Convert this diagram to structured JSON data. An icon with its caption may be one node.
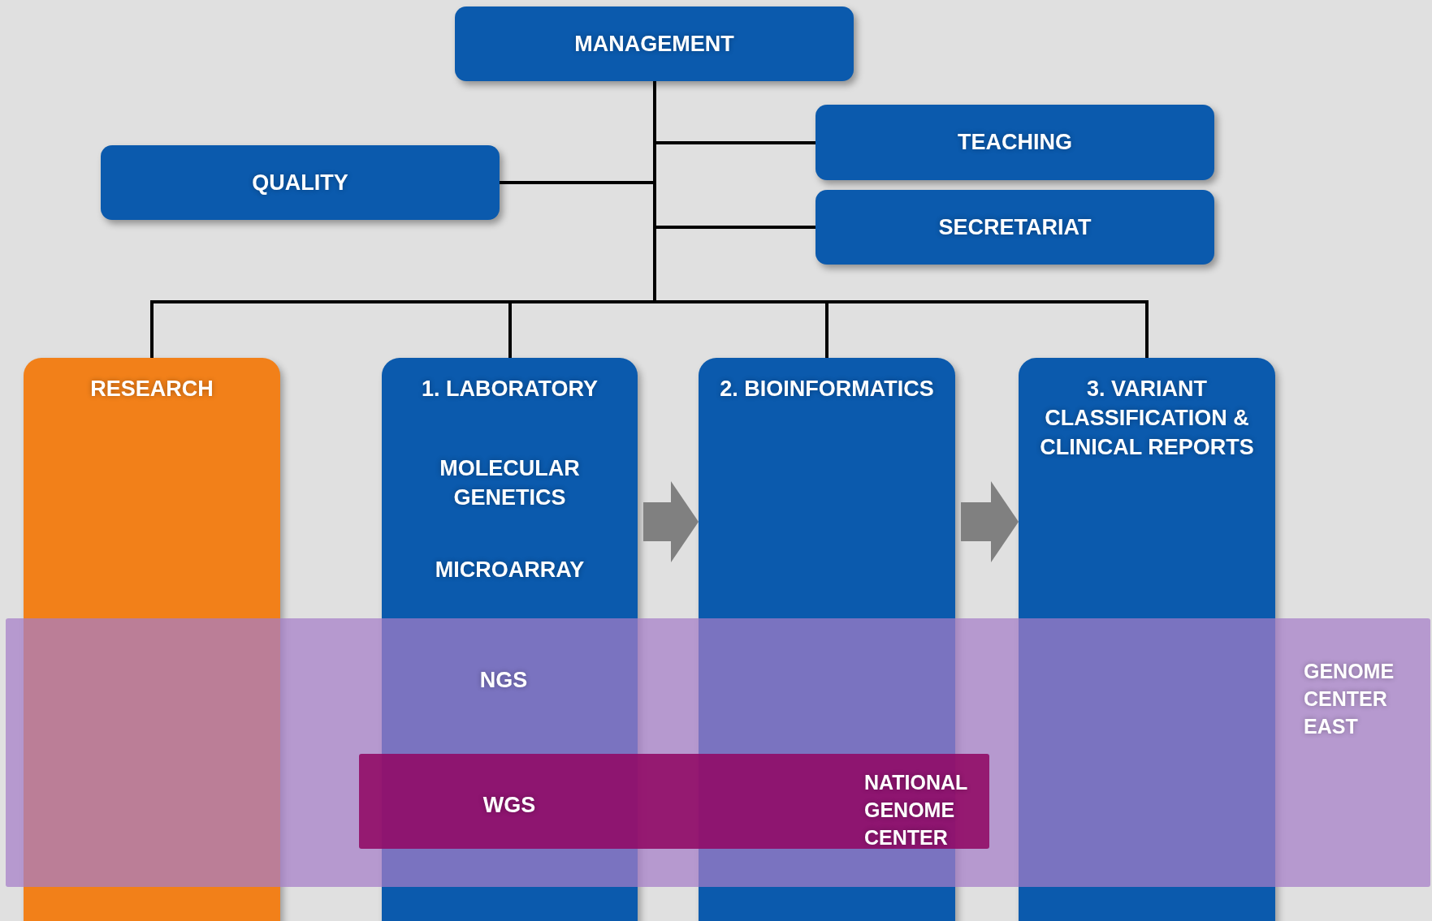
{
  "diagram": {
    "nodes": [
      {
        "text": [
          "MANAGEMENT"
        ]
      },
      {
        "text": [
          "TEACHING"
        ]
      },
      {
        "text": [
          "QUALITY"
        ]
      },
      {
        "text": [
          "SECRETARIAT"
        ]
      },
      {
        "text": [
          "RESEARCH"
        ]
      },
      {
        "text": [
          "1. LABORATORY",
          "MOLECULAR GENETICS",
          "MICROARRAY",
          "NGS"
        ]
      },
      {
        "text": [
          "2. BIOINFORMATICS"
        ]
      },
      {
        "text": [
          "3. VARIANT CLASSIFICATION & CLINICAL REPORTS"
        ]
      },
      {
        "text": [
          "GENOME CENTER EAST"
        ]
      },
      {
        "text": [
          "WGS",
          "NATIONAL GENOME CENTER"
        ],
        "in": 8
      }
    ],
    "edges": [
      {
        "from": 0,
        "to": 1,
        "arrow": "none"
      },
      {
        "from": 0,
        "to": 2,
        "arrow": "none"
      },
      {
        "from": 0,
        "to": 3,
        "arrow": "none"
      },
      {
        "from": 0,
        "to": 4,
        "arrow": "none"
      },
      {
        "from": 0,
        "to": 5,
        "arrow": "none"
      },
      {
        "from": 0,
        "to": 6,
        "arrow": "none"
      },
      {
        "from": 0,
        "to": 7,
        "arrow": "none"
      },
      {
        "from": 5,
        "to": 6,
        "arrow": "to",
        "style": "thick",
        "color": "#808080"
      },
      {
        "from": 6,
        "to": 7,
        "arrow": "to",
        "style": "thick",
        "color": "#808080"
      }
    ]
  }
}
